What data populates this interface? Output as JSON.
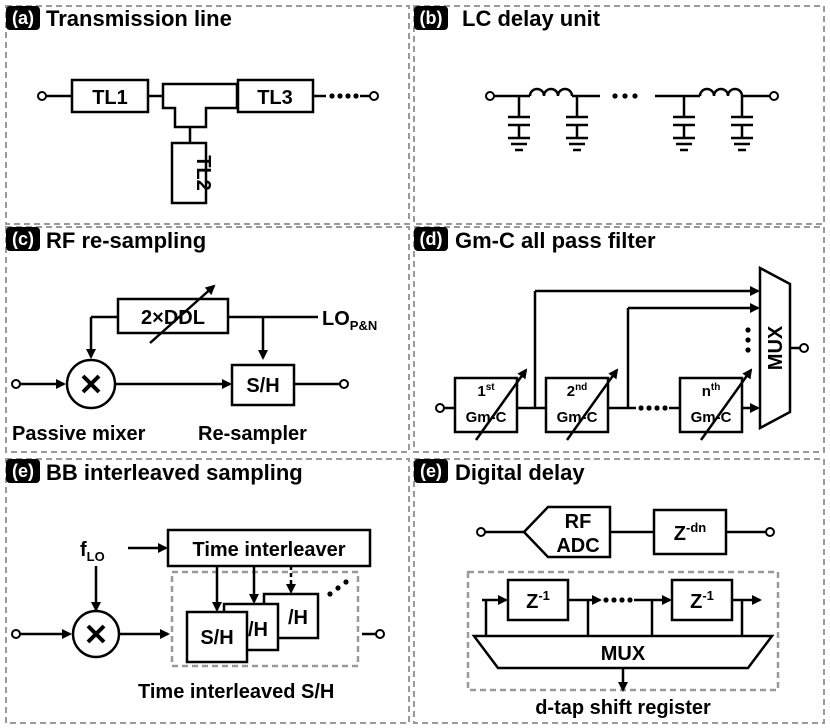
{
  "panels": {
    "a": {
      "tag": "(a)",
      "title": "Transmission line",
      "tl1": "TL1",
      "tl2": "TL2",
      "tl3": "TL3"
    },
    "b": {
      "tag": "(b)",
      "title": "LC delay unit"
    },
    "c": {
      "tag": "(c)",
      "title": "RF re-sampling",
      "ddl_label": "2×DDL",
      "lo_label": "LO",
      "lo_sub": "P&N",
      "sh_label": "S/H",
      "mixer_caption": "Passive mixer",
      "resampler_caption": "Re-sampler"
    },
    "d": {
      "tag": "(d)",
      "title": "Gm-C all pass filter",
      "mux_label": "MUX",
      "stages": [
        {
          "ord": "1",
          "sup": "st",
          "name": "Gm-C"
        },
        {
          "ord": "2",
          "sup": "nd",
          "name": "Gm-C"
        },
        {
          "ord": "n",
          "sup": "th",
          "name": "Gm-C"
        }
      ]
    },
    "e": {
      "tag": "(e)",
      "title": "BB interleaved sampling",
      "flo": "f",
      "flo_sub": "LO",
      "interleaver": "Time interleaver",
      "sh1": "S/H",
      "sh2": "/H",
      "sh3": "/H",
      "caption": "Time interleaved S/H"
    },
    "f": {
      "tag": "(e)",
      "title": "Digital delay",
      "adc_line1": "RF",
      "adc_line2": "ADC",
      "zdn": "Z",
      "zdn_sup": "-dn",
      "z1": "Z",
      "z1_sup": "-1",
      "z2": "Z",
      "z2_sup": "-1",
      "mux_label": "MUX",
      "caption": "d-tap shift register"
    }
  }
}
